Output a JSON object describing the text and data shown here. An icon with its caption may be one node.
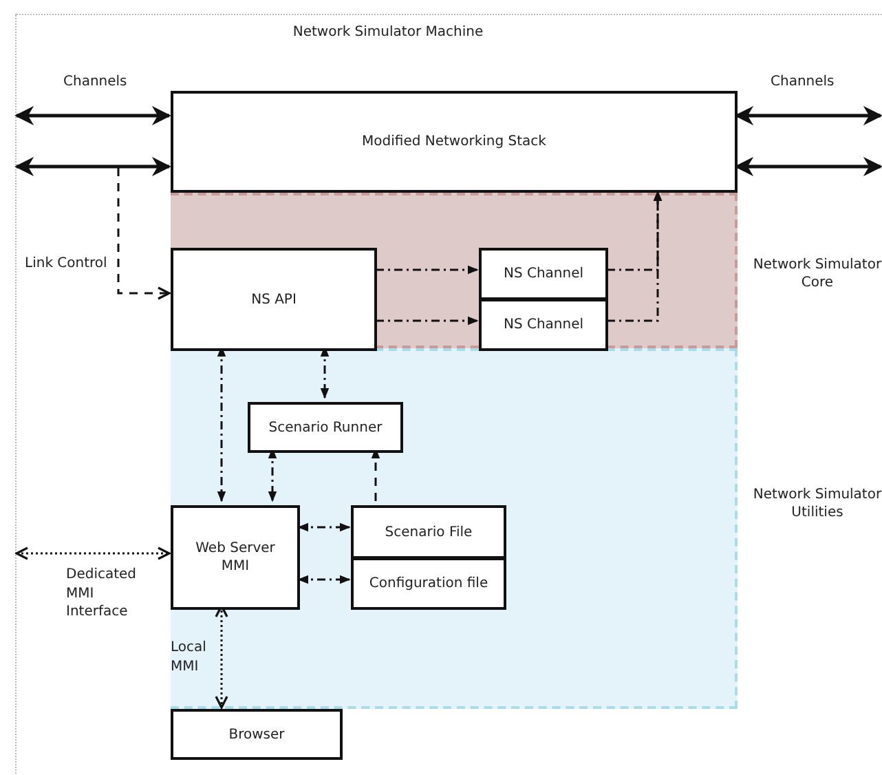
{
  "diagram": {
    "nodes": [
      {
        "text": [
          "Network Simulator Machine"
        ]
      },
      {
        "text": [
          "Modified Networking Stack"
        ],
        "in": 0
      },
      {
        "text": [
          "Network Simulator Core"
        ],
        "in": 0
      },
      {
        "text": [
          "NS API"
        ],
        "in": 2
      },
      {
        "text": [
          "NS Channel"
        ],
        "in": 2
      },
      {
        "text": [
          "NS Channel"
        ],
        "in": 2
      },
      {
        "text": [
          "Network Simulator Utilities"
        ],
        "in": 0
      },
      {
        "text": [
          "Scenario Runner"
        ],
        "in": 6
      },
      {
        "text": [
          "Web Server MMI"
        ],
        "in": 6
      },
      {
        "text": [
          "Scenario File"
        ],
        "in": 6
      },
      {
        "text": [
          "Configuration file"
        ],
        "in": 6
      },
      {
        "text": [
          "Browser"
        ],
        "in": 0
      }
    ],
    "edges": [
      {
        "from": null,
        "to": 1,
        "arrow": "both",
        "label": "Channels"
      },
      {
        "from": null,
        "to": 1,
        "arrow": "both"
      },
      {
        "from": 1,
        "to": null,
        "arrow": "both",
        "label": "Channels"
      },
      {
        "from": 1,
        "to": null,
        "arrow": "both"
      },
      {
        "from": null,
        "to": 3,
        "arrow": "to",
        "label": "Link Control",
        "style": "dashed"
      },
      {
        "from": 3,
        "to": 4,
        "arrow": "to",
        "style": "dashed"
      },
      {
        "from": 3,
        "to": 5,
        "arrow": "to",
        "style": "dashed"
      },
      {
        "from": 4,
        "to": 1,
        "arrow": "to",
        "style": "dashed"
      },
      {
        "from": 5,
        "to": 1,
        "arrow": "to",
        "style": "dashed"
      },
      {
        "from": 3,
        "to": 8,
        "arrow": "both",
        "style": "dashed"
      },
      {
        "from": 3,
        "to": 7,
        "arrow": "both",
        "style": "dashed"
      },
      {
        "from": 7,
        "to": 8,
        "arrow": "both",
        "style": "dashed"
      },
      {
        "from": 9,
        "to": 7,
        "arrow": "to",
        "style": "dashed"
      },
      {
        "from": 8,
        "to": 9,
        "arrow": "both",
        "style": "dashed"
      },
      {
        "from": 8,
        "to": 10,
        "arrow": "both",
        "style": "dashed"
      },
      {
        "from": null,
        "to": 8,
        "arrow": "both",
        "label": "Dedicated MMI Interface",
        "style": "dashed"
      },
      {
        "from": 8,
        "to": 11,
        "arrow": "both",
        "label": "Local MMI",
        "style": "dashed"
      }
    ]
  }
}
